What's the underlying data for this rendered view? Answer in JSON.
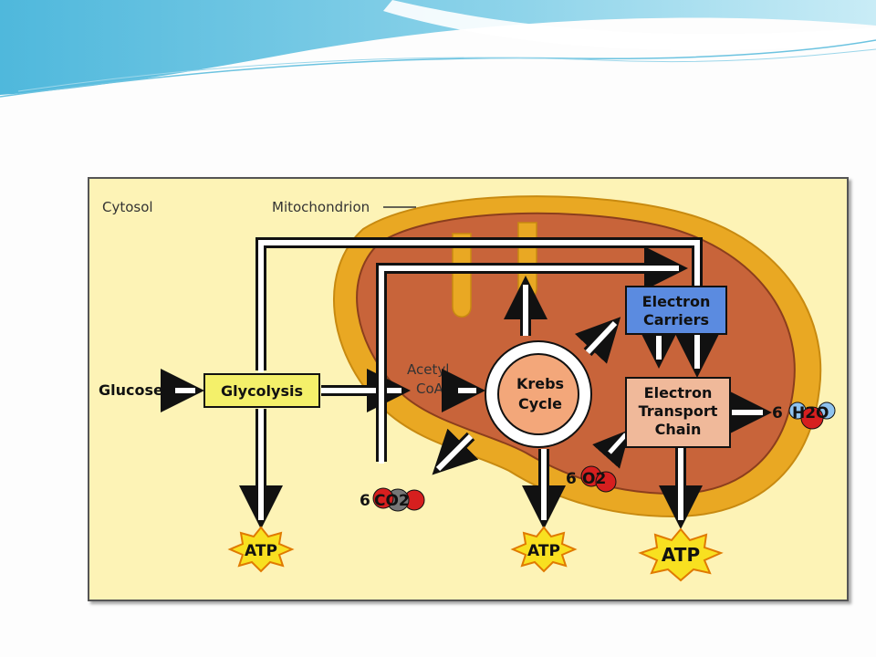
{
  "diagram": {
    "labels": {
      "cytosol": "Cytosol",
      "mitochondrion": "Mitochondrion",
      "glucose": "Glucose",
      "acetyl": "Acetyl",
      "coa": "CoA"
    },
    "boxes": {
      "glycolysis": "Glycolysis",
      "krebs_line1": "Krebs",
      "krebs_line2": "Cycle",
      "electron_carriers_line1": "Electron",
      "electron_carriers_line2": "Carriers",
      "etc_line1": "Electron",
      "etc_line2": "Transport",
      "etc_line3": "Chain"
    },
    "molecules": {
      "co2": {
        "count": "6",
        "formula": "CO2"
      },
      "o2": {
        "count": "6",
        "formula": "O2"
      },
      "h2o": {
        "count": "6",
        "formula": "H2O"
      }
    },
    "atp": {
      "glycolysis": "ATP",
      "krebs": "ATP",
      "etc": "ATP"
    },
    "colors": {
      "panel_bg": "#fdf3b6",
      "cytosol_membrane": "#e9a823",
      "matrix": "#c8643a",
      "glycolysis_box": "#f4f06a",
      "krebs_circle": "#f3a77a",
      "electron_carriers_box": "#5b8be0",
      "etc_box": "#f0b99a",
      "atp_burst": "#f8e020",
      "oxygen_atom": "#d61f1f",
      "hydrogen_atom": "#8fc3ef",
      "carbon_atom": "#777777"
    }
  }
}
